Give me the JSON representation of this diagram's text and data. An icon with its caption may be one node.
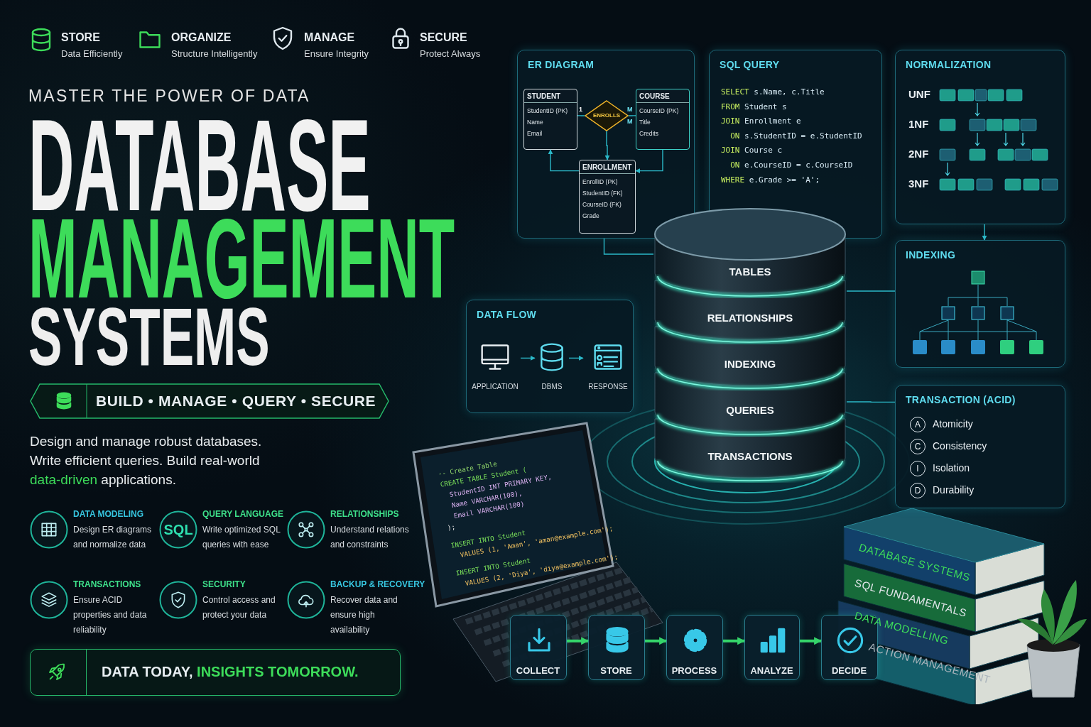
{
  "diagram": {
    "title": "DATABASE MANAGEMENT SYSTEMS",
    "nodes": [
      {
        "text": [
          "ER DIAGRAM"
        ]
      },
      {
        "text": [
          "STUDENT",
          "StudentID (PK)",
          "Name",
          "Email"
        ],
        "in": 0
      },
      {
        "text": [
          "ENROLLS"
        ],
        "in": 0
      },
      {
        "text": [
          "COURSE",
          "CourseID (PK)",
          "Title",
          "Credits"
        ],
        "in": 0
      },
      {
        "text": [
          "ENROLLMENT",
          "EnrollID (PK)",
          "StudentID (FK)",
          "CourseID (FK)",
          "Grade"
        ],
        "in": 0
      },
      {
        "text": [
          "SQL QUERY",
          "SELECT s.Name, c.Title",
          "FROM Student s",
          "JOIN Enrollment e",
          "  ON s.StudentID = e.StudentID",
          "JOIN Course c",
          "  ON e.CourseID = c.CourseID",
          "WHERE e.Grade >= 'A';"
        ]
      },
      {
        "text": [
          "NORMALIZATION",
          "UNF",
          "1NF",
          "2NF",
          "3NF"
        ]
      },
      {
        "text": [
          "INDEXING"
        ]
      },
      {
        "text": [
          "DATA FLOW"
        ]
      },
      {
        "text": [
          "APPLICATION"
        ],
        "in": 8
      },
      {
        "text": [
          "DBMS"
        ],
        "in": 8
      },
      {
        "text": [
          "RESPONSE"
        ],
        "in": 8
      },
      {
        "text": [
          "TABLES",
          "RELATIONSHIPS",
          "INDEXING",
          "QUERIES",
          "TRANSACTIONS"
        ]
      },
      {
        "text": [
          "TRANSACTION (ACID)",
          "A",
          "Atomicity",
          "C",
          "Consistency",
          "I",
          "Isolation",
          "D",
          "Durability"
        ]
      },
      {
        "text": [
          "COLLECT"
        ]
      },
      {
        "text": [
          "STORE"
        ]
      },
      {
        "text": [
          "PROCESS"
        ]
      },
      {
        "text": [
          "ANALYZE"
        ]
      },
      {
        "text": [
          "DECIDE"
        ]
      },
      {
        "text": [
          "BUILD • MANAGE • QUERY • SECURE"
        ]
      },
      {
        "text": [
          "DATA TODAY, **INSIGHTS TOMORROW.**"
        ]
      }
    ],
    "edges": [
      {
        "from": 1,
        "to": 2,
        "arrow": "none"
      },
      {
        "from": 2,
        "to": 3,
        "arrow": "none"
      },
      {
        "from": 2,
        "to": 4,
        "arrow": "to"
      },
      {
        "from": 4,
        "to": 1,
        "arrow": "to"
      },
      {
        "from": 3,
        "to": 4,
        "arrow": "to"
      },
      {
        "from": 6,
        "to": 7,
        "arrow": "to"
      },
      {
        "from": 9,
        "to": 10,
        "arrow": "to"
      },
      {
        "from": 10,
        "to": 11,
        "arrow": "to"
      },
      {
        "from": 14,
        "to": 15,
        "arrow": "to",
        "style": "thick",
        "color": "#35d46a"
      },
      {
        "from": 15,
        "to": 16,
        "arrow": "to",
        "style": "thick",
        "color": "#35d46a"
      },
      {
        "from": 16,
        "to": 17,
        "arrow": "to",
        "style": "thick",
        "color": "#35d46a"
      },
      {
        "from": 17,
        "to": 18,
        "arrow": "to",
        "style": "thick",
        "color": "#35d46a"
      },
      {
        "from": 0,
        "to": 12,
        "arrow": "none"
      },
      {
        "from": 12,
        "to": 7,
        "arrow": "none"
      },
      {
        "from": 12,
        "to": 13,
        "arrow": "none"
      }
    ],
    "labels": [
      "STORE",
      "Data Efficiently",
      "ORGANIZE",
      "Structure Intelligently",
      "MANAGE",
      "Ensure Integrity",
      "SECURE",
      "Protect Always",
      "MASTER THE POWER OF DATA",
      "Design and manage robust databases. Write efficient queries. Build real-world **data-driven** applications.",
      "DATA MODELING",
      "Design ER diagrams and normalize data",
      "SQL",
      "QUERY LANGUAGE",
      "Write optimized SQL queries with ease",
      "RELATIONSHIPS",
      "Understand relations and constraints",
      "TRANSACTIONS",
      "Ensure ACID properties and data reliability",
      "SECURITY",
      "Control access and protect your data",
      "BACKUP & RECOVERY",
      "Recover data and ensure high availability",
      "1",
      "M",
      "M",
      "-- Create Table",
      "CREATE TABLE Student (",
      "  StudentID INT PRIMARY KEY,",
      "  Name VARCHAR(100),",
      "  Email VARCHAR(100)",
      ");",
      "INSERT INTO Student",
      "  VALUES (1, 'Aman', 'aman@example.com');",
      "INSERT INTO Student",
      "  VALUES (2, 'Diya', 'diya@example.com');",
      "DATABASE SYSTEMS",
      "SQL FUNDAMENTALS",
      "DATA MODELLING",
      "ACTION MANAGEMENT"
    ]
  }
}
